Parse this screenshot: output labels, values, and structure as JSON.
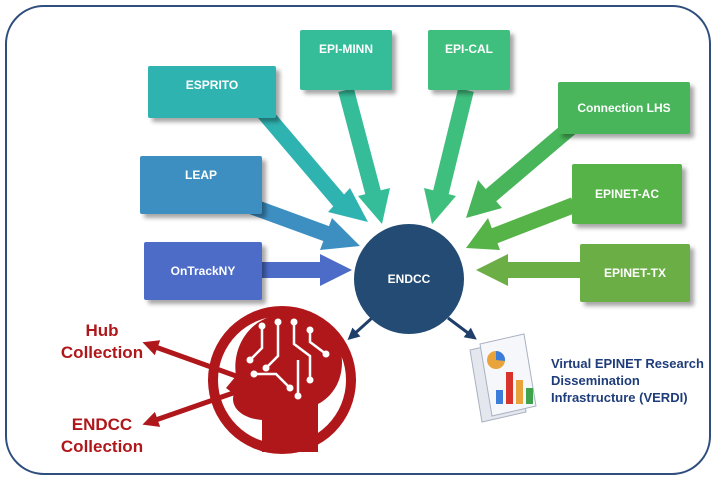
{
  "hub": {
    "label": "ENDCC"
  },
  "sources_left": [
    {
      "label": "ESPRITO",
      "color": "#2fb3b1"
    },
    {
      "label": "LEAP",
      "color": "#3d8fc2"
    },
    {
      "label": "OnTrackNY",
      "color": "#4c6cc8"
    }
  ],
  "sources_top": [
    {
      "label": "EPI-MINN",
      "color": "#35bd9a"
    },
    {
      "label": "EPI-CAL",
      "color": "#3fbf7e"
    }
  ],
  "sources_right": [
    {
      "label": "Connection LHS",
      "color": "#48b55a"
    },
    {
      "label": "EPINET-AC",
      "color": "#56b348"
    },
    {
      "label": "EPINET-TX",
      "color": "#6bae45"
    }
  ],
  "outputs": {
    "hub_collection": {
      "line1": "Hub",
      "line2": "Collection"
    },
    "endcc_collection": {
      "line1": "ENDCC",
      "line2": "Collection"
    },
    "verdi": {
      "line1": "Virtual EPINET Research",
      "line2": "Dissemination",
      "line3": "Infrastructure (VERDI)"
    }
  },
  "colors": {
    "frame": "#2e4e7e",
    "hub": "#234b73",
    "red": "#b0171b",
    "navy_text": "#1f3d7a"
  }
}
